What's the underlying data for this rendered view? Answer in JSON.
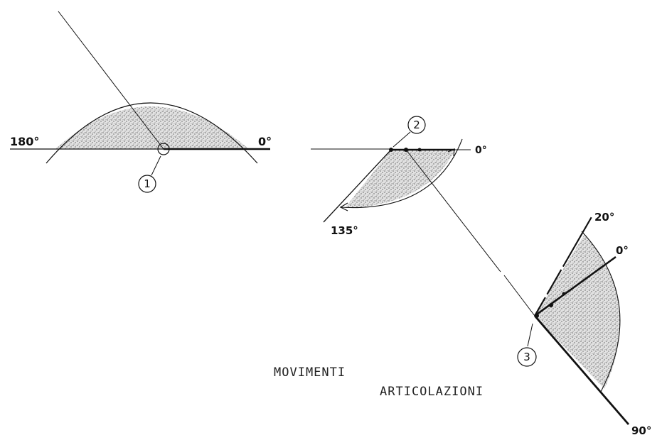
{
  "diagram": {
    "joint1": {
      "marker": "1",
      "label_left": "180°",
      "label_right": "0°"
    },
    "joint2": {
      "marker": "2",
      "label_right": "0°",
      "label_lower": "135°"
    },
    "joint3": {
      "marker": "3",
      "label_top": "20°",
      "label_mid": "0°",
      "label_bottom": "90°"
    },
    "caption": {
      "line1": "MOVIMENTI",
      "line2": "ARTICOLAZIONI"
    }
  },
  "colors": {
    "ink": "#111111",
    "stipple": "#8a8a8a",
    "paper": "#ffffff"
  }
}
